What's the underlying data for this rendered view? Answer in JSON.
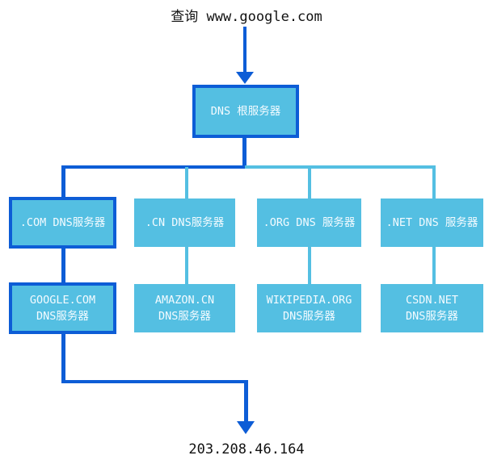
{
  "labels": {
    "query": "查询 www.google.com",
    "result_ip": "203.208.46.164"
  },
  "nodes": {
    "root": {
      "label": "DNS 根服务器",
      "highlighted": true
    },
    "tld": [
      {
        "id": "com",
        "label": ".COM DNS服务器",
        "highlighted": true
      },
      {
        "id": "cn",
        "label": ".CN DNS服务器",
        "highlighted": false
      },
      {
        "id": "org",
        "label": ".ORG DNS 服务器",
        "highlighted": false
      },
      {
        "id": "net",
        "label": ".NET DNS 服务器",
        "highlighted": false
      }
    ],
    "authoritative": [
      {
        "id": "google",
        "line1": "GOOGLE.COM",
        "line2": "DNS服务器",
        "highlighted": true
      },
      {
        "id": "amazon",
        "line1": "AMAZON.CN",
        "line2": "DNS服务器",
        "highlighted": false
      },
      {
        "id": "wikipedia",
        "line1": "WIKIPEDIA.ORG",
        "line2": "DNS服务器",
        "highlighted": false
      },
      {
        "id": "csdn",
        "line1": "CSDN.NET",
        "line2": "DNS服务器",
        "highlighted": false
      }
    ]
  },
  "highlighted_path": [
    "查询 www.google.com",
    "DNS 根服务器",
    ".COM DNS服务器",
    "GOOGLE.COM DNS服务器",
    "203.208.46.164"
  ],
  "colors": {
    "path_highlight": "#0d5dd6",
    "node_fill": "#54bfe2",
    "branch_line": "#54bfe2",
    "node_text": "#f4fbff",
    "label_text": "#111111",
    "background": "#ffffff"
  }
}
